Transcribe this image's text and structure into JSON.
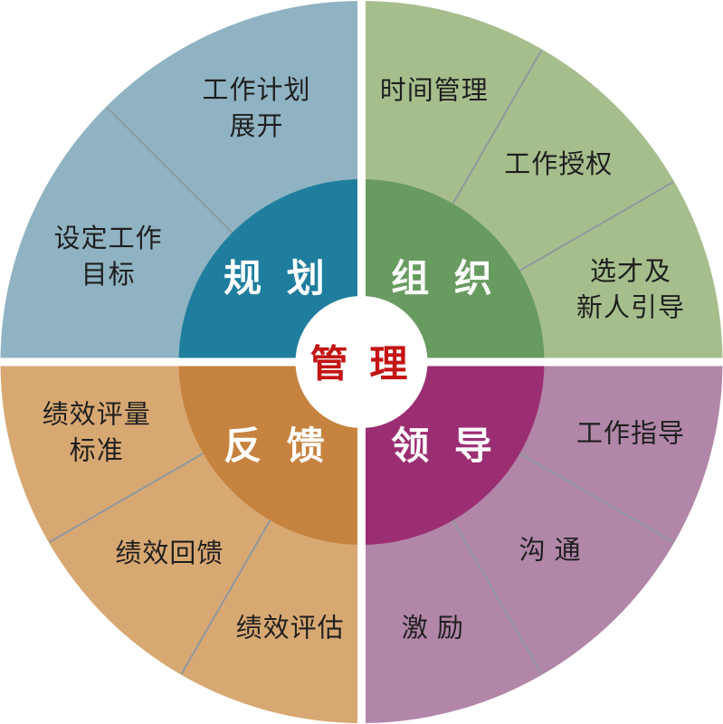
{
  "center": {
    "label": "管 理"
  },
  "style": {
    "background": "#ffffff",
    "center_bg": "#ffffff",
    "center_text_color": "#c41414",
    "inner_text_color": "#ffffff",
    "segment_text_color": "#1f1f1f",
    "divider_line_color": "#8e989e"
  },
  "quadrants": [
    {
      "id": "planning",
      "label": "规 划",
      "inner_color": "#1f7e9d",
      "outer_color": "#8fb3c2",
      "start": 180,
      "end": 270,
      "segments": [
        {
          "id": "set-work-goals",
          "label": "设定工作目标",
          "lines": [
            "设定工作",
            "目标"
          ],
          "start": 180,
          "end": 225,
          "label_r": 303
        },
        {
          "id": "work-plan-development",
          "label": "工作计划展开",
          "lines": [
            "工作计划",
            "展开"
          ],
          "start": 225,
          "end": 270,
          "label_r": 303
        }
      ]
    },
    {
      "id": "organizing",
      "label": "组 织",
      "inner_color": "#689b60",
      "outer_color": "#a6be8c",
      "start": 270,
      "end": 360,
      "segments": [
        {
          "id": "time-management",
          "label": "时间管理",
          "lines": [
            "时间管理"
          ],
          "start": 270,
          "end": 300,
          "label_r": 310
        },
        {
          "id": "work-delegation",
          "label": "工作授权",
          "lines": [
            "工作授权"
          ],
          "start": 300,
          "end": 330,
          "label_r": 308
        },
        {
          "id": "talent-selection-and-onboarding",
          "label": "选才及新人引导",
          "lines": [
            "选才及",
            "新人引导"
          ],
          "start": 330,
          "end": 360,
          "label_r": 308
        }
      ]
    },
    {
      "id": "leading",
      "label": "领 导",
      "inner_color": "#9b2e72",
      "outer_color": "#b186a8",
      "start": 0,
      "end": 90,
      "segments": [
        {
          "id": "work-guidance",
          "label": "工作指导",
          "lines": [
            "工作指导"
          ],
          "start": 0,
          "end": 30,
          "label_r": 308
        },
        {
          "id": "communication",
          "label": "沟 通",
          "lines": [
            "沟 通"
          ],
          "start": 30,
          "end": 60,
          "label_r": 295
        },
        {
          "id": "motivation",
          "label": "激 励",
          "lines": [
            "激 励"
          ],
          "start": 60,
          "end": 90,
          "label_r": 305
        }
      ]
    },
    {
      "id": "feedback",
      "label": "反 馈",
      "inner_color": "#c6833f",
      "outer_color": "#d8a873",
      "start": 90,
      "end": 180,
      "segments": [
        {
          "id": "performance-evaluation",
          "label": "绩效评估",
          "lines": [
            "绩效评估"
          ],
          "start": 90,
          "end": 120,
          "label_r": 305
        },
        {
          "id": "performance-feedback",
          "label": "绩效回馈",
          "lines": [
            "绩效回馈"
          ],
          "start": 120,
          "end": 150,
          "label_r": 300
        },
        {
          "id": "performance-measurement-standards",
          "label": "绩效评量标准",
          "lines": [
            "绩效评量",
            "标准"
          ],
          "start": 150,
          "end": 180,
          "label_r": 303
        }
      ]
    }
  ]
}
